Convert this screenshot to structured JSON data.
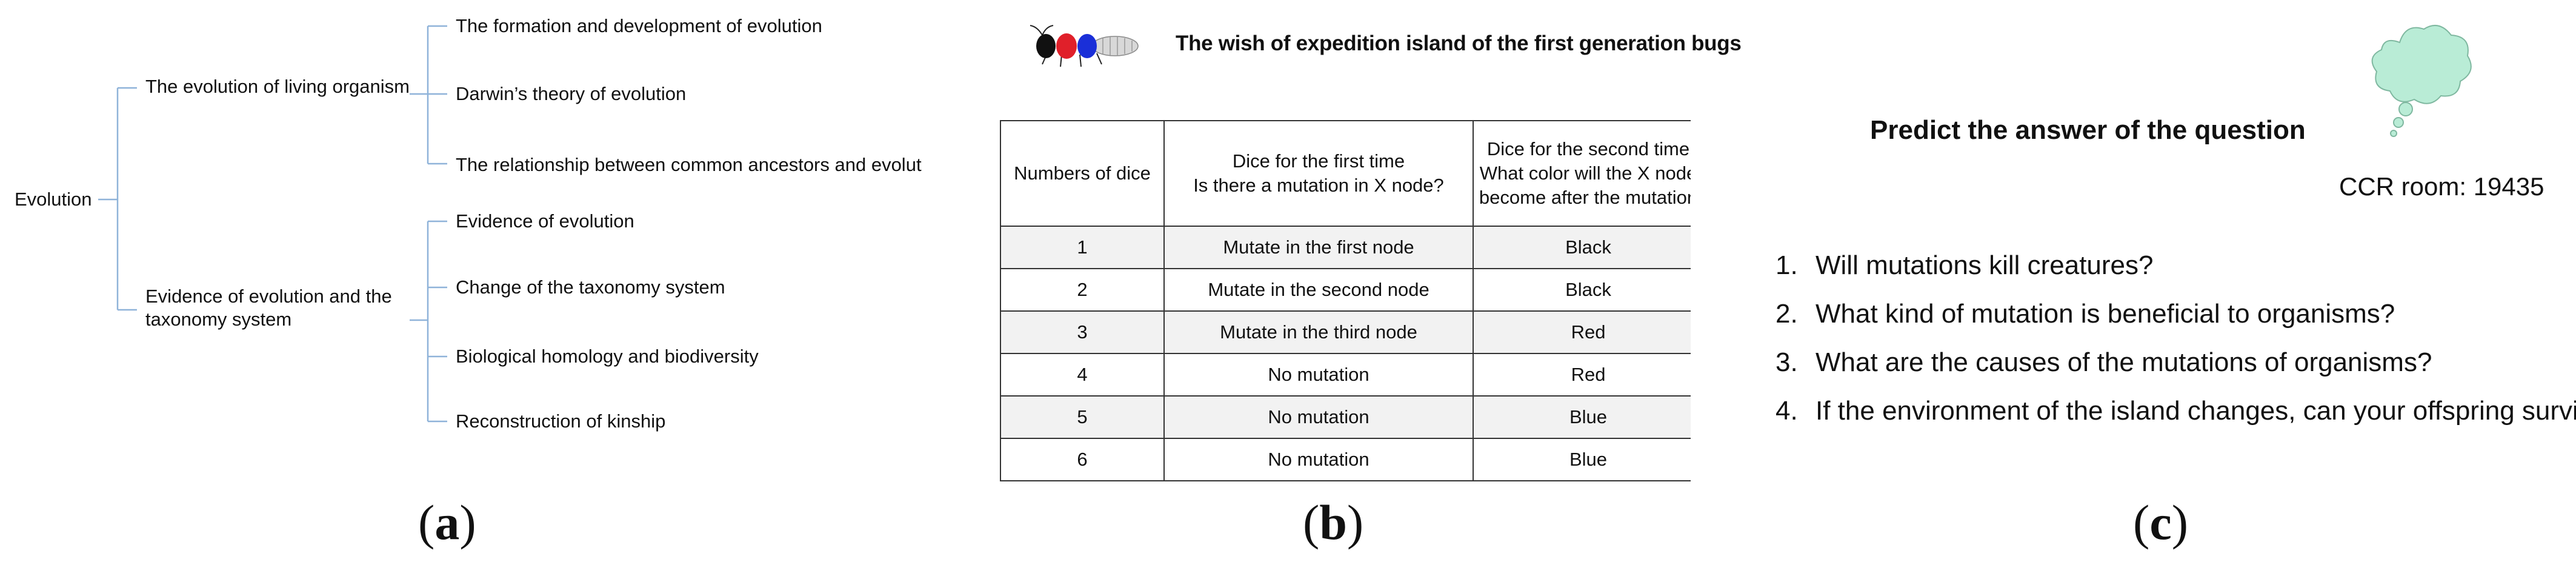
{
  "panel_a": {
    "root": "Evolution",
    "branch1": {
      "label": "The evolution of living organism",
      "children": [
        "The formation and development of  evolution",
        "Darwin’s theory of evolution",
        "The relationship between common ancestors and evolutic"
      ]
    },
    "branch2": {
      "label": "Evidence of evolution and the taxonomy system",
      "children": [
        "Evidence of evolution",
        "Change of the taxonomy system",
        "Biological homology and biodiversity",
        "Reconstruction of kinship"
      ]
    },
    "line_color": "#8fb3d9"
  },
  "panel_b": {
    "title": "The wish of expedition island of the first generation bugs",
    "bug_colors": [
      "#111111",
      "#e0202a",
      "#1a2fd8",
      "#d8d8d8"
    ],
    "table": {
      "headers": [
        [
          "Numbers of dice"
        ],
        [
          "Dice for the first time",
          "Is there a mutation in X node?"
        ],
        [
          "Dice for the second time",
          "What color will the X node",
          "become after the mutation"
        ]
      ],
      "rows": [
        [
          "1",
          "Mutate in the first node",
          "Black"
        ],
        [
          "2",
          "Mutate in the second node",
          "Black"
        ],
        [
          "3",
          "Mutate in the third node",
          "Red"
        ],
        [
          "4",
          "No mutation",
          "Red"
        ],
        [
          "5",
          "No mutation",
          "Blue"
        ],
        [
          "6",
          "No mutation",
          "Blue"
        ]
      ]
    }
  },
  "panel_c": {
    "title": "Predict the answer of the question",
    "room": "CCR room: 19435",
    "cloud_color": "#b9ecd6",
    "questions": [
      {
        "num": "1.",
        "text": "Will mutations kill creatures?"
      },
      {
        "num": "2.",
        "text": "What kind of mutation is beneficial to organisms?"
      },
      {
        "num": "3.",
        "text": "What are the causes of the mutations of organisms?"
      },
      {
        "num": "4.",
        "text": "If the environment of the island changes, can your offspring survive?"
      }
    ]
  },
  "captions": {
    "a": [
      "(",
      "a",
      ")"
    ],
    "b": [
      "(",
      "b",
      ")"
    ],
    "c": [
      "(",
      "c",
      ")"
    ]
  }
}
